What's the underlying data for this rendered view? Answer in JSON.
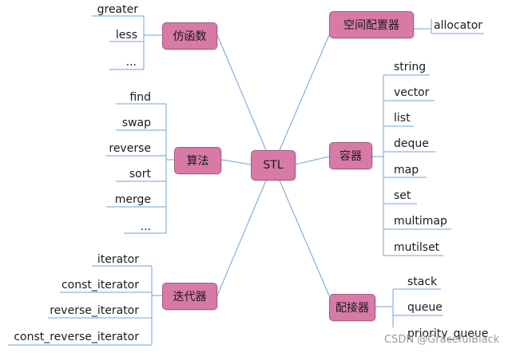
{
  "center": "STL",
  "functors": {
    "label": "仿函数",
    "items": [
      "greater",
      "less",
      "..."
    ]
  },
  "algorithms": {
    "label": "算法",
    "items": [
      "find",
      "swap",
      "reverse",
      "sort",
      "merge",
      "..."
    ]
  },
  "iterators": {
    "label": "迭代器",
    "items": [
      "iterator",
      "const_iterator",
      "reverse_iterator",
      "const_reverse_iterator"
    ]
  },
  "allocator": {
    "label": "空间配置器",
    "items": [
      "allocator"
    ]
  },
  "containers": {
    "label": "容器",
    "items": [
      "string",
      "vector",
      "list",
      "deque",
      "map",
      "set",
      "multimap",
      "mutilset"
    ]
  },
  "adapters": {
    "label": "配接器",
    "items": [
      "stack",
      "queue",
      "priority_queue"
    ]
  },
  "watermark": "CSDN @GracefulBlack",
  "colors": {
    "node_fill": "#d87aa6",
    "node_border": "#a05c84",
    "line": "#6fa3d8"
  }
}
